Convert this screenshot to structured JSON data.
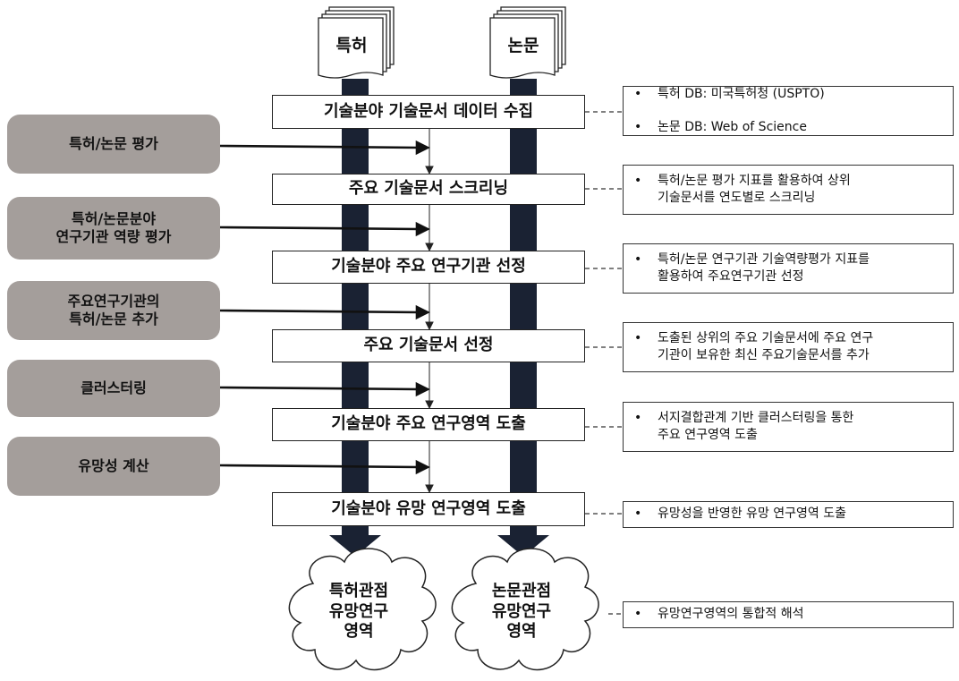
{
  "documents": {
    "patent": "특허",
    "paper": "논문"
  },
  "steps": [
    "기술분야 기술문서 데이터 수집",
    "주요 기술문서 스크리닝",
    "기술분야 주요 연구기관 선정",
    "주요 기술문서 선정",
    "기술분야 주요 연구영역 도출",
    "기술분야 유망 연구영역 도출"
  ],
  "inputs": [
    "특허/논문 평가",
    "특허/논문분야\n연구기관 역량 평가",
    "주요연구기관의\n특허/논문 추가",
    "클러스터링",
    "유망성 계산"
  ],
  "notes": [
    [
      "특허 DB: 미국특허청 (USPTO)",
      "논문 DB: Web of Science"
    ],
    [
      "특허/논문 평가 지표를 활용하여 상위\n기술문서를 연도별로 스크리닝"
    ],
    [
      "특허/논문 연구기관 기술역량평가 지표를\n활용하여 주요연구기관 선정"
    ],
    [
      "도출된 상위의 주요 기술문서에 주요 연구\n기관이 보유한 최신 주요기술문서를 추가"
    ],
    [
      "서지결합관계 기반 클러스터링을 통한\n주요 연구영역 도출"
    ],
    [
      "유망성을 반영한 유망 연구영역 도출"
    ],
    [
      "유망연구영역의 통합적 해석"
    ]
  ],
  "outcomes": {
    "patent_view": "특허관점\n유망연구\n영역",
    "paper_view": "논문관점\n유망연구\n영역"
  },
  "colors": {
    "pillar": "#1a2233",
    "input_fill": "#a49e9b",
    "line": "#222222"
  }
}
